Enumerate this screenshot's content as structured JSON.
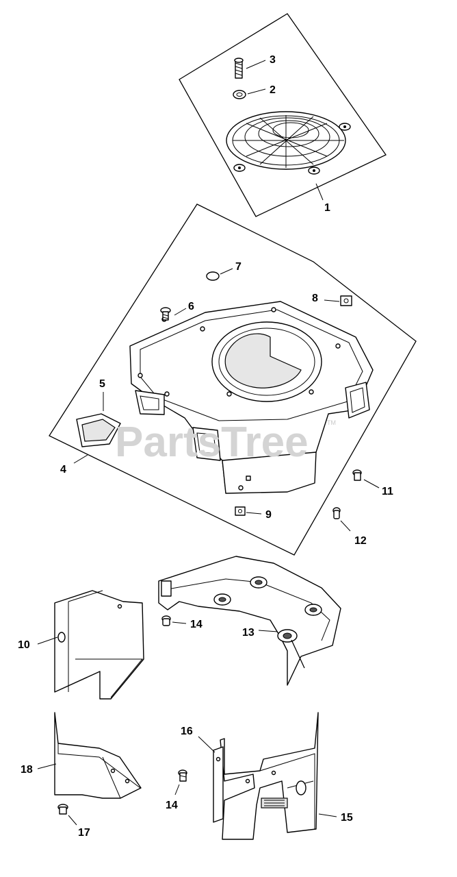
{
  "watermark": {
    "text": "PartsTree",
    "mark": "TM"
  },
  "callouts": [
    {
      "id": "c1",
      "label": "1"
    },
    {
      "id": "c2",
      "label": "2"
    },
    {
      "id": "c3",
      "label": "3"
    },
    {
      "id": "c4",
      "label": "4"
    },
    {
      "id": "c5",
      "label": "5"
    },
    {
      "id": "c6",
      "label": "6"
    },
    {
      "id": "c7",
      "label": "7"
    },
    {
      "id": "c8",
      "label": "8"
    },
    {
      "id": "c9",
      "label": "9"
    },
    {
      "id": "c10",
      "label": "10"
    },
    {
      "id": "c11",
      "label": "11"
    },
    {
      "id": "c12",
      "label": "12"
    },
    {
      "id": "c13",
      "label": "13"
    },
    {
      "id": "c14a",
      "label": "14"
    },
    {
      "id": "c14b",
      "label": "14"
    },
    {
      "id": "c15",
      "label": "15"
    },
    {
      "id": "c16",
      "label": "16"
    },
    {
      "id": "c17",
      "label": "17"
    },
    {
      "id": "c18",
      "label": "18"
    }
  ]
}
